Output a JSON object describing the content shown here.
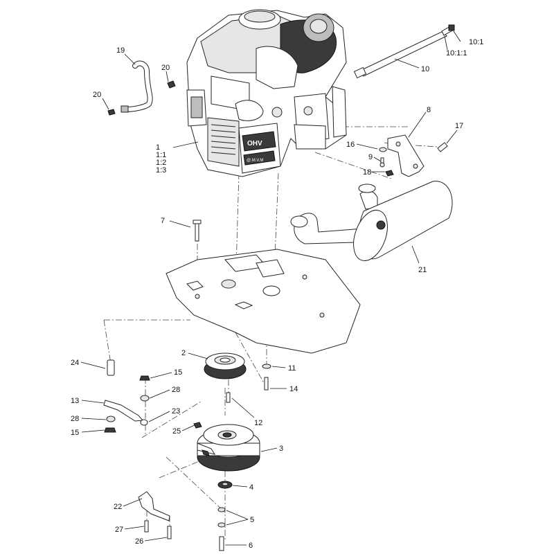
{
  "callouts": [
    {
      "id": "c19",
      "text": "19"
    },
    {
      "id": "c20a",
      "text": "20"
    },
    {
      "id": "c20b",
      "text": "20"
    },
    {
      "id": "c1",
      "text": "1"
    },
    {
      "id": "c1_1",
      "text": "1:1"
    },
    {
      "id": "c1_2",
      "text": "1:2"
    },
    {
      "id": "c1_3",
      "text": "1:3"
    },
    {
      "id": "c10_1",
      "text": "10:1"
    },
    {
      "id": "c10_1_1",
      "text": "10:1:1"
    },
    {
      "id": "c10",
      "text": "10"
    },
    {
      "id": "c8",
      "text": "8"
    },
    {
      "id": "c17",
      "text": "17"
    },
    {
      "id": "c16",
      "text": "16"
    },
    {
      "id": "c9",
      "text": "9"
    },
    {
      "id": "c18",
      "text": "18"
    },
    {
      "id": "c7",
      "text": "7"
    },
    {
      "id": "c21",
      "text": "21"
    },
    {
      "id": "c24",
      "text": "24"
    },
    {
      "id": "c2",
      "text": "2"
    },
    {
      "id": "c11",
      "text": "11"
    },
    {
      "id": "c14",
      "text": "14"
    },
    {
      "id": "c15a",
      "text": "15"
    },
    {
      "id": "c28a",
      "text": "28"
    },
    {
      "id": "c13",
      "text": "13"
    },
    {
      "id": "c23",
      "text": "23"
    },
    {
      "id": "c28b",
      "text": "28"
    },
    {
      "id": "c15b",
      "text": "15"
    },
    {
      "id": "c12",
      "text": "12"
    },
    {
      "id": "c25",
      "text": "25"
    },
    {
      "id": "c3",
      "text": "3"
    },
    {
      "id": "c4",
      "text": "4"
    },
    {
      "id": "c22",
      "text": "22"
    },
    {
      "id": "c5",
      "text": "5"
    },
    {
      "id": "c27",
      "text": "27"
    },
    {
      "id": "c26",
      "text": "26"
    },
    {
      "id": "c6",
      "text": "6"
    }
  ],
  "engine_badge": "OHV",
  "engine_brand": "@.M.V.M",
  "colors": {
    "ink": "#111111",
    "shade": "#3a3a3a",
    "background": "#ffffff"
  }
}
